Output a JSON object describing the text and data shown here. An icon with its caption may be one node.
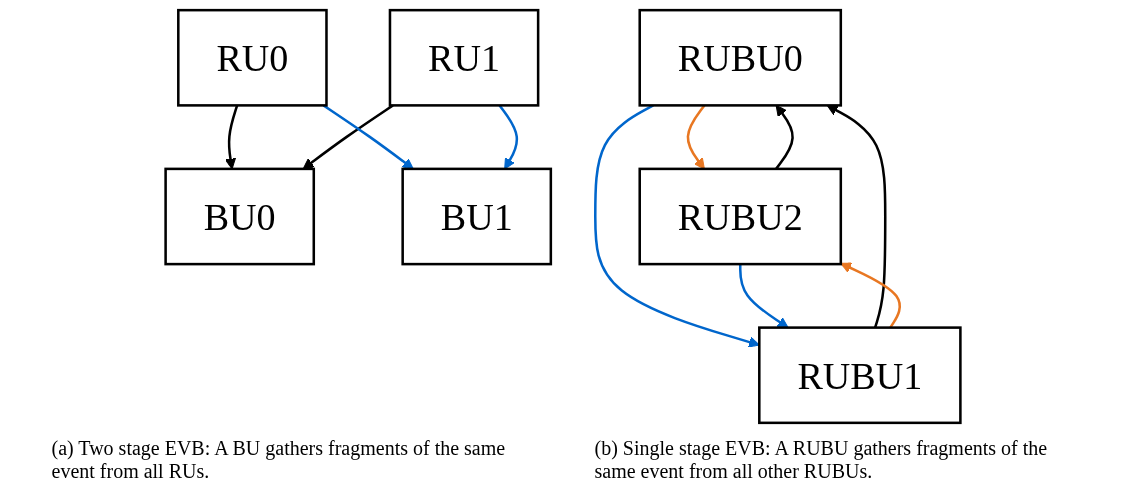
{
  "diagram": {
    "nodes": [
      {
        "text": [
          "RU0"
        ]
      },
      {
        "text": [
          "RU1"
        ]
      },
      {
        "text": [
          "BU0"
        ]
      },
      {
        "text": [
          "BU1"
        ]
      },
      {
        "text": [
          "RUBU0"
        ]
      },
      {
        "text": [
          "RUBU1"
        ]
      },
      {
        "text": [
          "RUBU2"
        ]
      }
    ],
    "edges": [
      {
        "from": 0,
        "to": 2,
        "arrow": "to",
        "color": "#000000"
      },
      {
        "from": 1,
        "to": 2,
        "arrow": "to",
        "color": "#000000"
      },
      {
        "from": 0,
        "to": 3,
        "arrow": "to",
        "color": "#0066cc"
      },
      {
        "from": 1,
        "to": 3,
        "arrow": "to",
        "color": "#0066cc"
      },
      {
        "from": 5,
        "to": 4,
        "arrow": "to",
        "color": "#000000"
      },
      {
        "from": 6,
        "to": 4,
        "arrow": "to",
        "color": "#000000"
      },
      {
        "from": 4,
        "to": 6,
        "arrow": "to",
        "color": "#e87722"
      },
      {
        "from": 5,
        "to": 6,
        "arrow": "to",
        "color": "#e87722"
      },
      {
        "from": 4,
        "to": 5,
        "arrow": "to",
        "color": "#0066cc"
      },
      {
        "from": 6,
        "to": 5,
        "arrow": "to",
        "color": "#0066cc"
      }
    ],
    "labels": [
      "(a) Two stage EVB: A BU gathers fragments of the same event from all RUs.",
      "(b) Single stage EVB: A RUBU gathers fragments of the same event from all other RUBUs."
    ]
  }
}
